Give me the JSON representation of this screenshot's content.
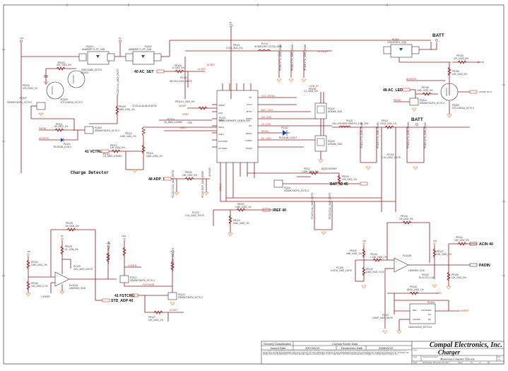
{
  "sheet": {
    "section_title": "Charge Detector",
    "rails": {
      "vin": "VIN",
      "p2": "P2",
      "b_plus": "B+",
      "batt": "BATT",
      "plus3vl": "+3VL",
      "plus5vl": "+5VL",
      "plus3vs": "+3VS"
    },
    "nets": {
      "dcin_bplus": "DCIN_B+",
      "acoff": "ACOFF",
      "acset": "ACSET",
      "acdet": "ACDET",
      "acoffb": "ACOFFB",
      "acin": "ACIN 40",
      "padin": "PADIN",
      "ac_set": "40 AC_SET",
      "iadsp": "IADSP",
      "vctrl": "41 VCTRL",
      "adp_i": "48 ADP_I",
      "ac_led": "48 AC_LED",
      "acoff_out": "ACOFF 40,47",
      "fstchg": "41 FSTCHG",
      "std_adp": "STD_ADP 40",
      "iref": "IREF 40",
      "bat_id": "BAT_ID 45",
      "bst_chg": "BST_CHG",
      "dh_chg": "DH_CHG",
      "lx_chg": "LX_CHG",
      "regn": "REGN",
      "dl_chg": "DL_CHG",
      "vcc_regn": "VCC_REGN",
      "chgen": "CHGEN",
      "fstchgb": "FSTCHGB",
      "ovp": "OP2",
      "vref": "2.5VREF",
      "ref": "REF"
    },
    "ic_main": {
      "ref": "PU101",
      "part": "BQ24740RHDRT_QFN28_5X5",
      "pins_left": [
        "IADSP",
        "ACN",
        "VREF",
        "VDAC",
        "VADJ",
        "EXTPWR",
        "ISYNSET"
      ],
      "pins_left_num": [
        "8",
        "9",
        "10",
        "11",
        "12",
        "13",
        "14"
      ],
      "pins_right": [
        "TP",
        "PVCC",
        "BTST",
        "HIDRV",
        "PH",
        "REGN",
        "LODRV",
        "PGND"
      ],
      "pins_right_num": [
        "28",
        "26",
        "27",
        "25",
        "24",
        "23",
        "22",
        "21"
      ],
      "pins_top": [
        "LPREF",
        "ACDET",
        "ACGOOD",
        "LPMD",
        "ACP",
        "ACN",
        "CHGEN"
      ],
      "pins_bottom": [
        "VDDP",
        "SRSET",
        "SRP",
        "SRN",
        "BAT",
        "CELLS",
        "CSNSET"
      ]
    },
    "components": [
      {
        "ref": "PQ101",
        "part": "AM4835P-T1-PF_SO8"
      },
      {
        "ref": "PQ102",
        "part": "AM4835P-T1-PF_SO8"
      },
      {
        "ref": "PQ103",
        "part": "AO4407AL_SO8"
      },
      {
        "ref": "PQ104",
        "part": "DTC114EUA_SC70-3"
      },
      {
        "ref": "PQ105",
        "part": "DTC115EUA_SC70-3"
      },
      {
        "ref": "PQ106",
        "part": "SI2301BDS-T1-E3_SOT23"
      },
      {
        "ref": "PQ107",
        "part": "SSM3K7002FU_SC70-3"
      },
      {
        "ref": "PQ108",
        "part": "DTC115EUA_SC70-3"
      },
      {
        "ref": "PQ109",
        "part": "SSM3K7002FU_SC70-3"
      },
      {
        "ref": "PQ110",
        "part": "AO4466_SO8"
      },
      {
        "ref": "PQ111",
        "part": "SSM3K7002FU_SC70-3"
      },
      {
        "ref": "PQ112",
        "part": "SSM3K7002FU_SC70-3"
      },
      {
        "ref": "PQ113",
        "part": "SSM3K7002FU_SC70-3"
      },
      {
        "ref": "PQ114",
        "part": "SSM3K7002FU_SC70-3"
      },
      {
        "ref": "PQ116",
        "part": "AO4466_SO8"
      },
      {
        "ref": "PD101",
        "part": "RLS4148_LL34-2"
      },
      {
        "ref": "PD102",
        "part": "RLS4148_LL34-2"
      },
      {
        "ref": "PD103",
        "part": "RLZ4.7B_LL34"
      },
      {
        "ref": "PU102",
        "part": "LM393DG_SO8"
      },
      {
        "ref": "PU103",
        "part": "LM393DG_SO8"
      },
      {
        "ref": "PU104",
        "part": "LM431ACM3_SOT23-3"
      },
      {
        "ref": "PL101",
        "part": "HCB2012KF-121T30_0805"
      },
      {
        "ref": "PL102",
        "part": "10U_LF919AS-100M-P3_4.5A_20%"
      },
      {
        "ref": "PR101",
        "part": "0.015_2512_1%"
      },
      {
        "ref": "PR111",
        "part": "0.015_1206_1%"
      },
      {
        "ref": "PR102",
        "part": "47K_0402_5%"
      },
      {
        "ref": "PR103",
        "part": "47K_0402_5%"
      },
      {
        "ref": "PR104",
        "part": "10K_0402_5%"
      },
      {
        "ref": "PR105",
        "part": "100K_0402_5%"
      },
      {
        "ref": "PR106",
        "part": "0_0402_5%"
      },
      {
        "ref": "PR107",
        "part": "0_0402_5%"
      },
      {
        "ref": "PR108",
        "part": "2.2_0603_5%"
      },
      {
        "ref": "PR109",
        "part": "150K_0402_1%"
      },
      {
        "ref": "PR110",
        "part": "0_0402_5%"
      },
      {
        "ref": "PR112",
        "part": "10K_0402_1%"
      },
      {
        "ref": "PR113",
        "part": "143K_0402_1%"
      },
      {
        "ref": "PR114",
        "part": "10K_0402_1%"
      },
      {
        "ref": "PR115",
        "part": "100K_0402_1%"
      },
      {
        "ref": "PR116",
        "part": "10K_0402_5%"
      },
      {
        "ref": "PR117",
        "part": "100K_0402_5%"
      },
      {
        "ref": "PR118",
        "part": "100K_0402_1%"
      },
      {
        "ref": "PR119",
        "part": "47K_0402_1%"
      },
      {
        "ref": "PR120",
        "part": "100K_0402_1%"
      },
      {
        "ref": "PR121",
        "part": "133K_0402_1%"
      },
      {
        "ref": "PR122",
        "part": "200K_0402_1%"
      },
      {
        "ref": "PR123",
        "part": "6K_0402_1%"
      },
      {
        "ref": "PR125",
        "part": "1M_0402_5%"
      },
      {
        "ref": "PR126",
        "part": "47_1206_5%"
      },
      {
        "ref": "PR127",
        "part": "100K_0402_1%"
      },
      {
        "ref": "PR128",
        "part": "10K_0402_5%"
      },
      {
        "ref": "PR129",
        "part": "100K_0402_1%"
      },
      {
        "ref": "PR130",
        "part": "10.5K_0402_1%"
      },
      {
        "ref": "PR131",
        "part": "120K_0402_1%"
      },
      {
        "ref": "PR132",
        "part": "100K_0402_1%"
      },
      {
        "ref": "PR133",
        "part": "10K_0402_5%"
      },
      {
        "ref": "PR134",
        "part": "10K_0402_5%"
      },
      {
        "ref": "PR135",
        "part": "66.5K_0402_1%"
      },
      {
        "ref": "PR136",
        "part": "10K_0402_5%"
      },
      {
        "ref": "PC101",
        "part": "0.1U_0603_25V7K"
      },
      {
        "ref": "PC102",
        "part": "1U_0603_6.3V6M"
      },
      {
        "ref": "PC103",
        "part": "0.1U_0402_16V7K"
      },
      {
        "ref": "PC104",
        "part": "4.7U_1206_25V6K"
      },
      {
        "ref": "PC105",
        "part": "4.7U_1206_25V6K"
      },
      {
        "ref": "PC106",
        "part": "4.7U_1206_25V6K"
      },
      {
        "ref": "PC107",
        "part": "0.1U_0603_25V7K"
      },
      {
        "ref": "PC108",
        "part": "4.7U_0805_25V6K"
      },
      {
        "ref": "PC109",
        "part": "1U_0603_25V6K"
      },
      {
        "ref": "PC110",
        "part": "1U_0603_25V6K"
      },
      {
        "ref": "PC111",
        "part": "0.1U_0402_10V7K"
      },
      {
        "ref": "PC112",
        "part": "1U_0603_6.3V6M"
      },
      {
        "ref": "PC113",
        "part": "1U_0603_6.3V6M"
      },
      {
        "ref": "PC114",
        "part": "4.7U_1206_25V6K"
      },
      {
        "ref": "PC115",
        "part": "4.7U_1206_25V6K"
      },
      {
        "ref": "PC116",
        "part": "0.1U_0402_16V7K"
      },
      {
        "ref": "PC117",
        "part": "0.1U_0402_10V7K"
      },
      {
        "ref": "PC118",
        "part": "4.7U_1206_25V6K"
      },
      {
        "ref": "PC119",
        "part": "4.7U_1206_25V6K"
      },
      {
        "ref": "PC120",
        "part": "0.01U_0402_25V7K"
      },
      {
        "ref": "PC121",
        "part": "100P_0402_50V8J"
      },
      {
        "ref": "PC122",
        "part": "0.1U_0402_10V7K"
      },
      {
        "ref": "PC123",
        "part": "0.1U_0402_10V7K"
      },
      {
        "ref": "PC124",
        "part": "0.1U_0402_25V7K"
      },
      {
        "ref": "PC125",
        "part": "0.1U_0603_25V7K"
      },
      {
        "ref": "PC126",
        "part": "0.047U_0402_16V7K"
      },
      {
        "ref": "PC127",
        "part": "1000P_0402_50V7K"
      }
    ],
    "labels": {
      "vref_note": "1.2VREF",
      "opamp_part": "LM393DG_SO8",
      "regulator_part": "LM431ACM3_SOT23-3",
      "regulator_pins": [
        "REF",
        "CATHODE",
        "NC",
        "ANODE",
        "NC"
      ]
    }
  },
  "title_block": {
    "security_label": "Security Classification",
    "security_value": "Compal Secret Data",
    "issued_label": "Issued Date",
    "issued_value": "2007/05/29",
    "deciphered_label": "Deciphered Date",
    "deciphered_value": "2008/05/29",
    "disclaimer": "THIS SHEET OF ENGINEERING DRAWING IS THE PROPRIETARY PROPERTY OF COMPAL ELECTRONICS, INC. AND CONTAINS CONFIDENTIAL AND TRADE SECRET INFORMATION. THIS SHEET MAY NOT BE TRANSFERRED FROM THE CUSTODY OF THE COMPETENT DIVISION OF R&D DEPARTMENT EXCEPT AS AUTHORIZED BY COMPAL ELECTRONICS, INC. NEITHER THIS SHEET NOR THE INFORMATION IT CONTAINS MAY BE USED BY OR DISCLOSED TO ANY THIRD PARTY WITHOUT PRIOR WRITTEN CONSENT OF COMPAL ELECTRONICS, INC.",
    "company": "Compal Electronics, Inc.",
    "title_label": "Title",
    "title": "Charger",
    "size_label": "Size",
    "doc_number_label": "Document Number",
    "doc_number": "Montevina Consumer Discrete",
    "rev_label": "Rev",
    "rev": "0.1",
    "date_label": "Date:",
    "date": "Wednesday, December 26, 2007",
    "sheet_label": "Sheet",
    "sheet": "40",
    "of_label": "of",
    "sheet_total": "58"
  }
}
